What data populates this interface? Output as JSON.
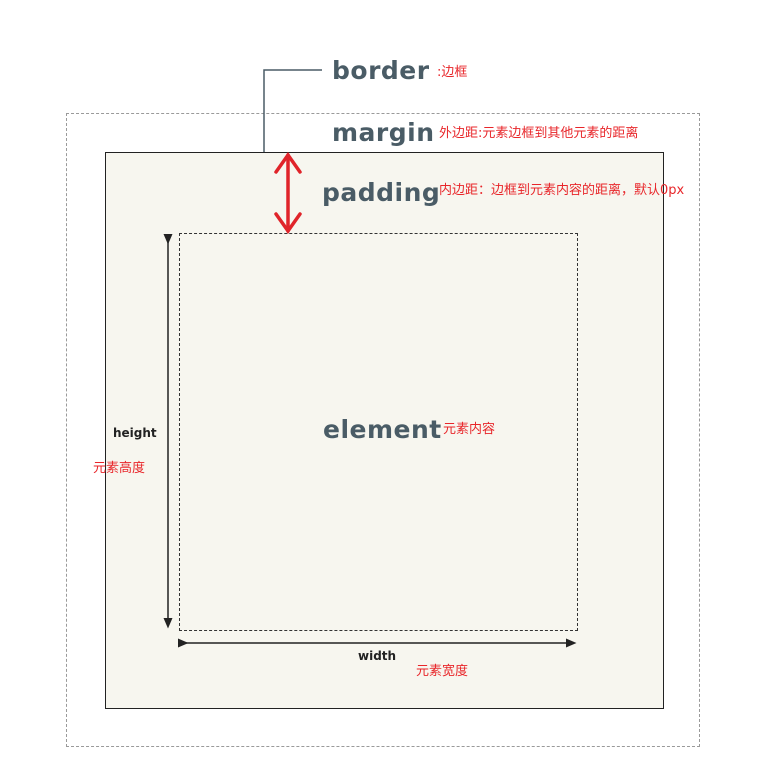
{
  "labels": {
    "border": "border",
    "margin": "margin",
    "padding": "padding",
    "element": "element",
    "height": "height",
    "width": "width"
  },
  "notes": {
    "border": ":边框",
    "margin": "外边距:元素边框到其他元素的距离",
    "padding": "内边距：边框到元素内容的距离，默认0px",
    "element": "元素内容",
    "height": "元素高度",
    "width": "元素宽度"
  },
  "colors": {
    "label": "#4a5c66",
    "note": "#e8262a",
    "border_fill": "#f7f6ef",
    "arrow_red": "#e0242a"
  }
}
